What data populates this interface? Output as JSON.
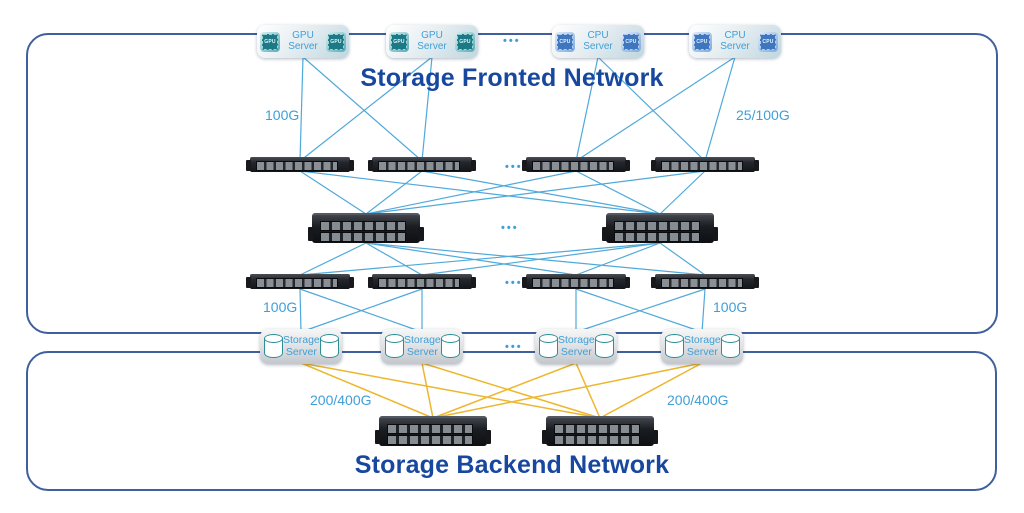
{
  "diagram": {
    "ellipsis": "•••",
    "fronted": {
      "title": "Storage Fronted Network",
      "servers": [
        {
          "chip": "GPU",
          "line1": "GPU",
          "line2": "Server"
        },
        {
          "chip": "GPU",
          "line1": "GPU",
          "line2": "Server"
        },
        {
          "chip": "CPU",
          "line1": "CPU",
          "line2": "Server"
        },
        {
          "chip": "CPU",
          "line1": "CPU",
          "line2": "Server"
        }
      ],
      "labels": {
        "server_left": "100G",
        "server_right": "25/100G",
        "leaf_left": "100G",
        "leaf_right": "100G"
      }
    },
    "storage_servers": [
      {
        "line1": "Storage",
        "line2": "Server"
      },
      {
        "line1": "Storage",
        "line2": "Server"
      },
      {
        "line1": "Storage",
        "line2": "Server"
      },
      {
        "line1": "Storage",
        "line2": "Server"
      }
    ],
    "backend": {
      "title": "Storage Backend Network",
      "labels": {
        "left": "200/400G",
        "right": "200/400G"
      }
    },
    "colors": {
      "box_border": "#3f5f9e",
      "title_text": "#17479e",
      "speed_label": "#3f9fd6",
      "front_link": "#4fa9da",
      "backend_link": "#edb62e"
    }
  }
}
